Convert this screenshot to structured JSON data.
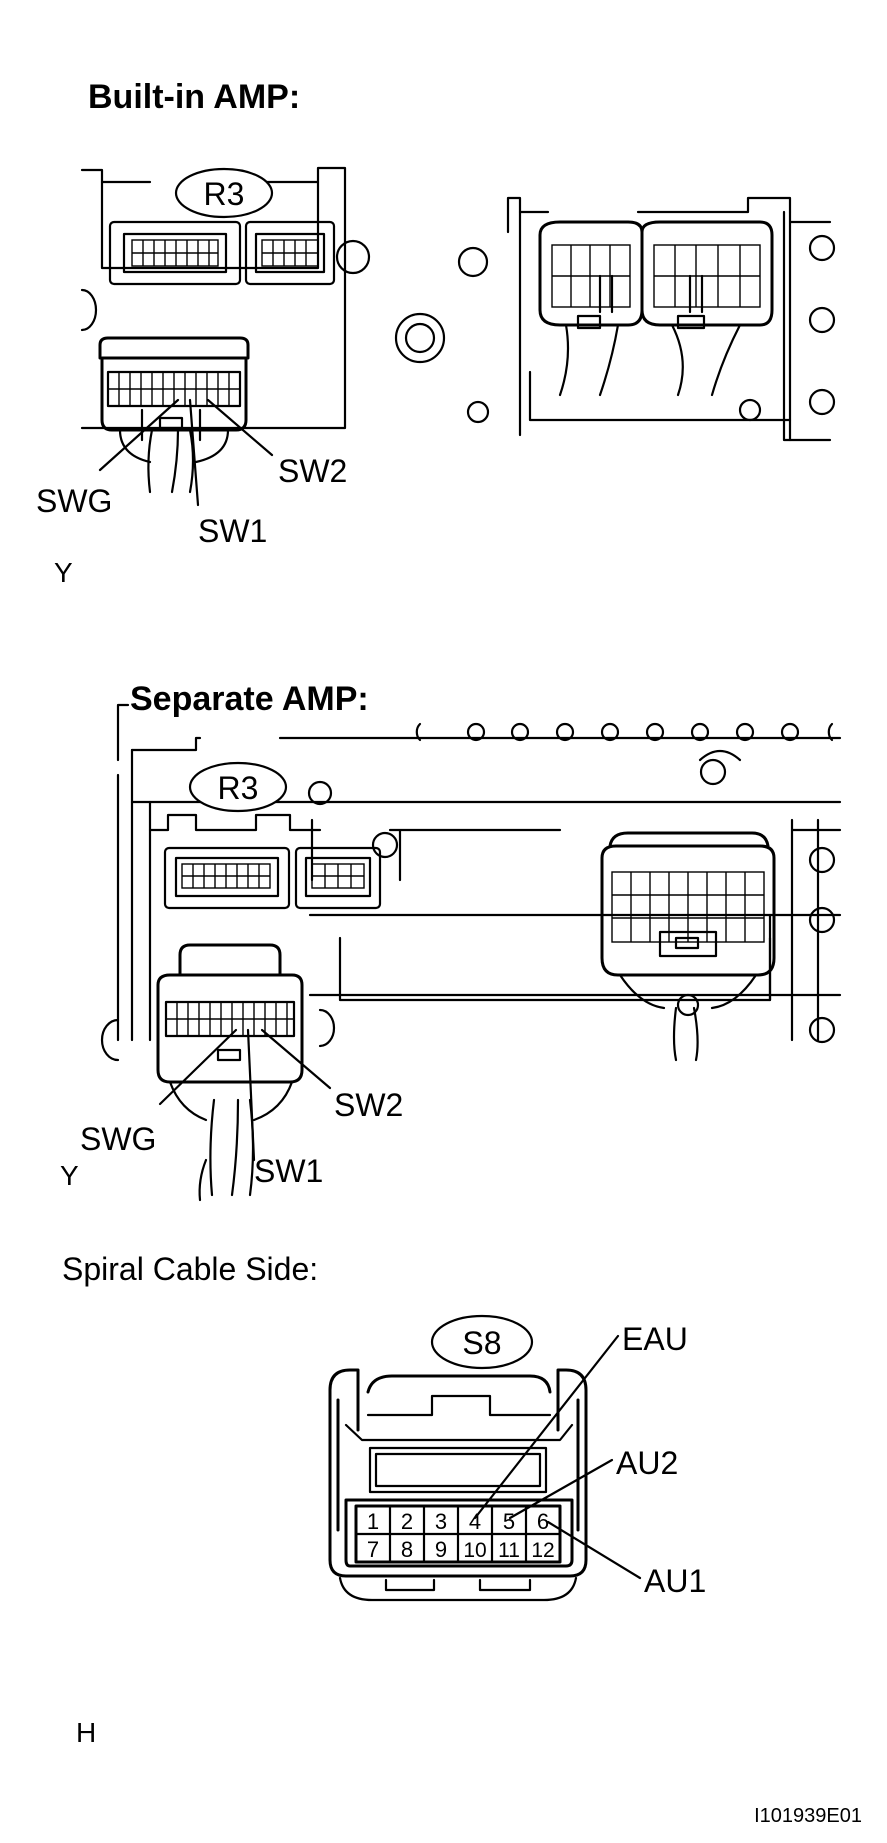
{
  "sections": {
    "built_in": {
      "title": "Built-in AMP:",
      "connector_label": "R3",
      "pins": {
        "swg": "SWG",
        "sw1": "SW1",
        "sw2": "SW2"
      },
      "view_marker": "Y"
    },
    "separate": {
      "title": "Separate AMP:",
      "connector_label": "R3",
      "pins": {
        "swg": "SWG",
        "sw1": "SW1",
        "sw2": "SW2"
      },
      "view_marker": "Y"
    },
    "spiral": {
      "title": "Spiral Cable Side:",
      "connector_label": "S8",
      "pins": {
        "eau": "EAU",
        "au2": "AU2",
        "au1": "AU1"
      },
      "terminal_numbers": [
        "1",
        "2",
        "3",
        "4",
        "5",
        "6",
        "7",
        "8",
        "9",
        "10",
        "11",
        "12"
      ],
      "view_marker": "H"
    }
  },
  "figure_id": "I101939E01"
}
